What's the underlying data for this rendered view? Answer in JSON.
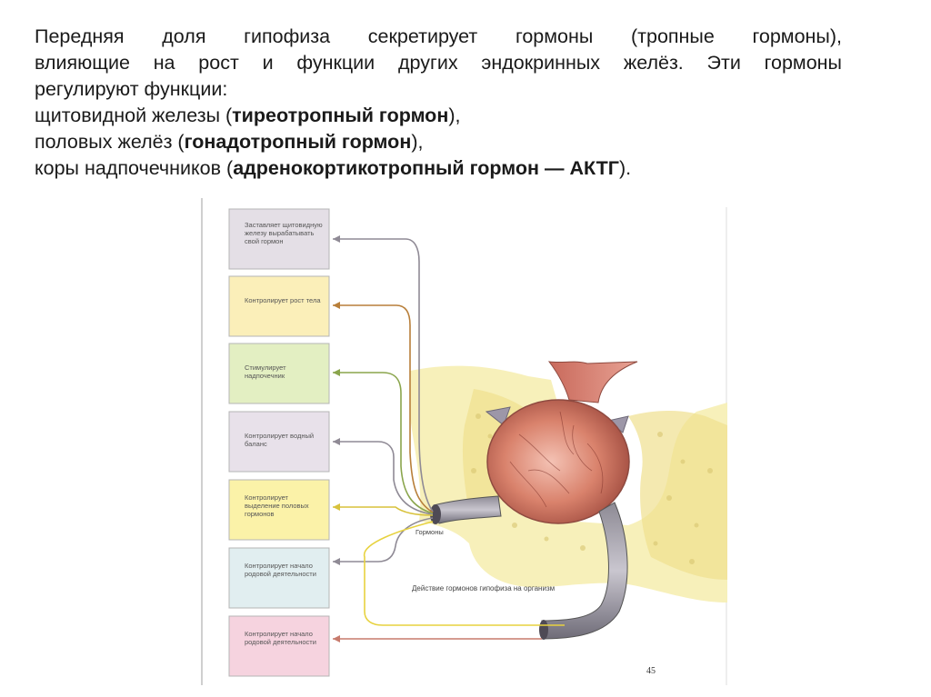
{
  "text": {
    "line1": "Передняя доля гипофиза секретирует гормоны (тропные гормоны),",
    "line2": "влияющие на рост и функции других эндокринных желёз. Эти гормоны",
    "line3": "регулируют функции:",
    "item1_pre": "щитовидной железы (",
    "item1_bold": "тиреотропный гормон",
    "item1_post": "),",
    "item2_pre": "половых желёз (",
    "item2_bold": "гонадотропный гормон",
    "item2_post": "),",
    "item3_pre": "коры надпочечников (",
    "item3_bold": "адренокортикотропный гормон — АКТГ",
    "item3_post": ")."
  },
  "figure": {
    "boxes": [
      {
        "label": "Заставляет щитовидную железу вырабатывать свой гормон",
        "color": "#e4dfe6"
      },
      {
        "label": "Контролирует рост тела",
        "color": "#fbefb9"
      },
      {
        "label": "Стимулирует надпочечник",
        "color": "#e3efc2"
      },
      {
        "label": "Контролирует водный баланс",
        "color": "#e8e1ea"
      },
      {
        "label": "Контролирует выделение половых гормонов",
        "color": "#fbf2a8"
      },
      {
        "label": "Контролирует начало родовой деятельности",
        "color": "#e1eef0"
      },
      {
        "label": "Контролирует начало родовой деятельности",
        "color": "#f6d3df"
      }
    ],
    "hormones_label": "Гормоны",
    "caption": "Действие гормонов гипофиза на организм",
    "page_number": "45"
  }
}
